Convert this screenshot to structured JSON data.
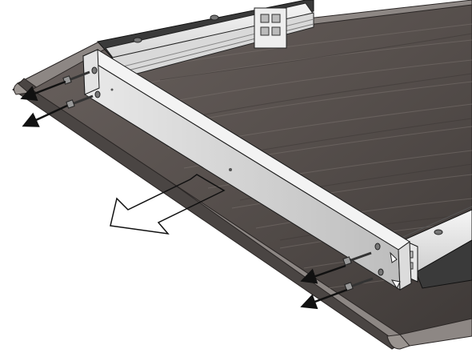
{
  "illustration": {
    "colors": {
      "background": "#ffffff",
      "table_top": "#5c5552",
      "table_top_dark": "#3e3937",
      "table_edge": "#8d8784",
      "table_edge_shadow": "#4a4543",
      "grain": "#7a726e",
      "rail_light": "#f1f1f1",
      "rail_mid": "#d6d6d6",
      "rail_dark": "#a9a9a9",
      "outline": "#1a1a1a",
      "arrow": "#111111",
      "hollow_arrow": "#ffffff"
    },
    "parts": {
      "removed_rail": "aluminium-cross-rail",
      "screws": "screw-pair",
      "direction": "pull-out-arrow"
    }
  }
}
